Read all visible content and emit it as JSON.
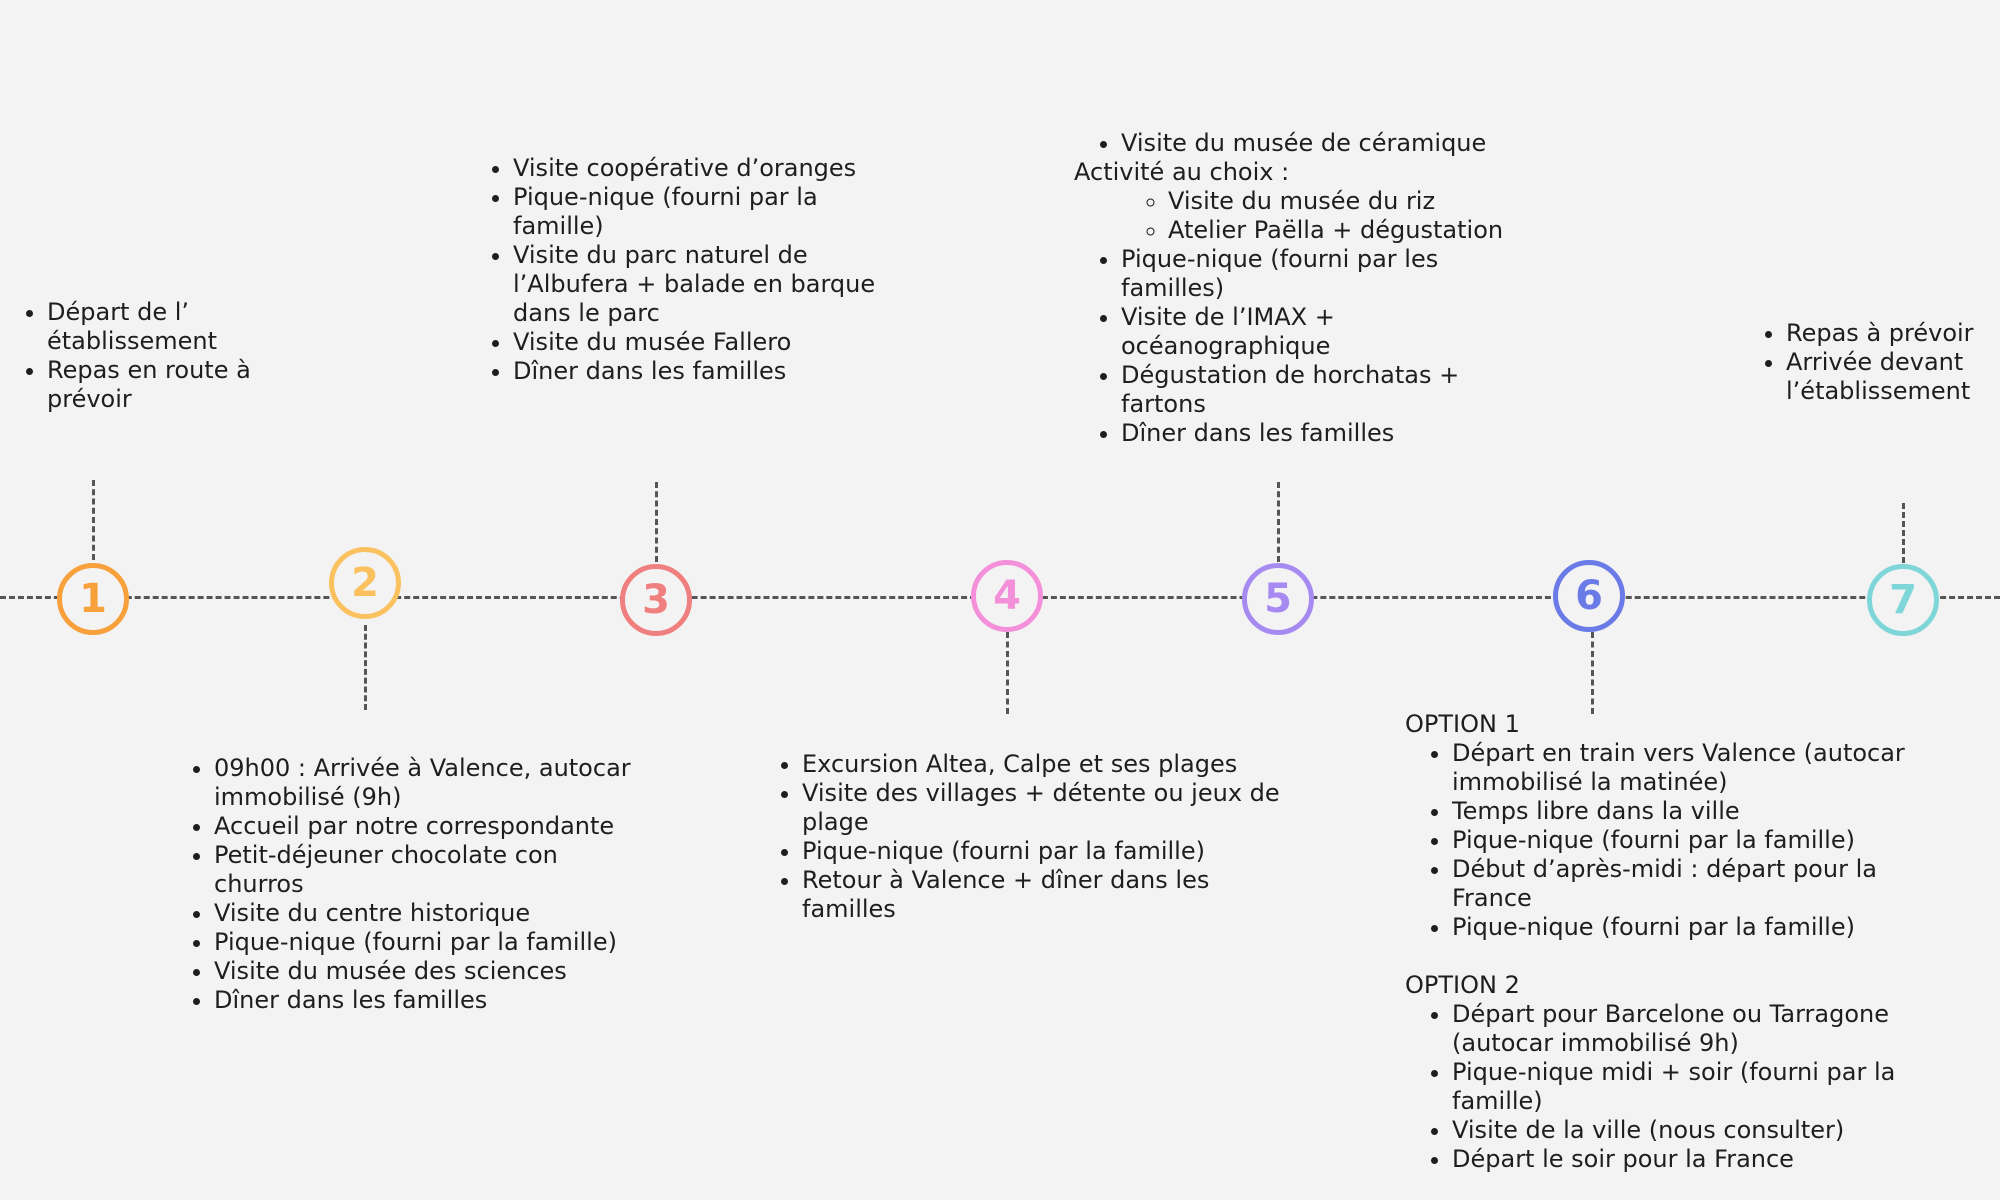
{
  "milestones": [
    {
      "number": "1",
      "color": "#f7a03c"
    },
    {
      "number": "2",
      "color": "#fbc15f"
    },
    {
      "number": "3",
      "color": "#f07f80"
    },
    {
      "number": "4",
      "color": "#f48fd9"
    },
    {
      "number": "5",
      "color": "#a78af1"
    },
    {
      "number": "6",
      "color": "#6a7be8"
    },
    {
      "number": "7",
      "color": "#7fd6d8"
    }
  ],
  "day1": {
    "items": [
      "Départ de l’\nétablissement",
      "Repas en route à\nprévoir"
    ]
  },
  "day2": {
    "items": [
      "09h00 : Arrivée à Valence, autocar\nimmobilisé (9h)",
      "Accueil par notre correspondante",
      "Petit-déjeuner chocolate con\nchurros",
      "Visite du centre historique",
      "Pique-nique (fourni par la famille)",
      "Visite du musée des sciences",
      " Dîner dans les familles"
    ]
  },
  "day3": {
    "items": [
      "Visite coopérative d’oranges",
      "Pique-nique (fourni par la\nfamille)",
      "Visite du parc naturel de\nl’Albufera + balade en barque\ndans le parc",
      "Visite du musée Fallero",
      "Dîner dans les familles"
    ]
  },
  "day4": {
    "items": [
      "Excursion Altea, Calpe et ses plages",
      "Visite des villages + détente ou jeux de\nplage",
      "Pique-nique (fourni par la famille)",
      "Retour à Valence + dîner dans les\nfamilles"
    ]
  },
  "day5": {
    "first_item": "Visite du musée de céramique",
    "choice_heading": "Activité au choix :",
    "choice_items": [
      "Visite du musée du riz",
      "Atelier Paëlla + dégustation"
    ],
    "items": [
      "Pique-nique (fourni par les\nfamilles)",
      "Visite de l’IMAX +\nocéanographique",
      "Dégustation de horchatas +\nfartons",
      "Dîner dans les familles"
    ]
  },
  "day6": {
    "option1": {
      "heading": "OPTION 1",
      "items": [
        "Départ en train vers Valence (autocar\nimmobilisé la matinée)",
        "Temps libre dans la ville",
        "Pique-nique (fourni par la famille)",
        "Début d’après-midi : départ pour la\nFrance",
        "Pique-nique (fourni par la famille)"
      ]
    },
    "option2": {
      "heading": "OPTION 2",
      "items": [
        "Départ pour Barcelone ou Tarragone\n(autocar immobilisé 9h)",
        "Pique-nique midi + soir (fourni par la\nfamille)",
        "Visite de la ville (nous consulter)",
        "Départ le soir pour la France"
      ]
    }
  },
  "day7": {
    "items": [
      "Repas à prévoir",
      "Arrivée devant\nl’établissement"
    ]
  }
}
